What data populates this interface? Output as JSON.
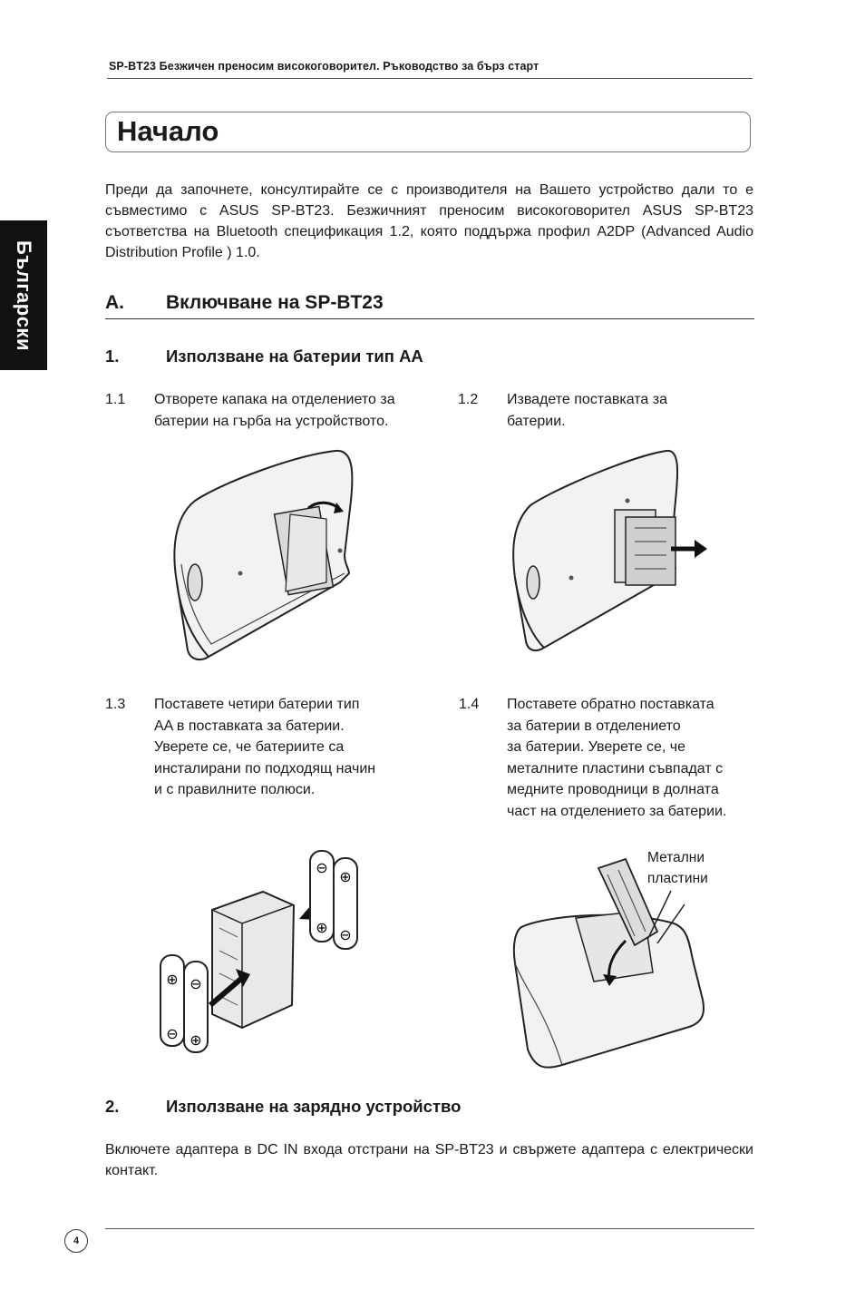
{
  "header": {
    "text": "SP-BT23 Безжичен преносим високоговорител. Ръководство за бърз старт"
  },
  "side_tab": {
    "label": "Български"
  },
  "title": "Начало",
  "intro": "Преди да започнете, консултирайте се с производителя на Вашето устройство дали то е съвместимо с ASUS SP-BT23. Безжичният преносим високоговорител ASUS SP-BT23 съответства на Bluetooth спецификация 1.2, която поддържа профил A2DP (Advanced Audio Distribution Profile ) 1.0.",
  "section_a": {
    "number": "A.",
    "title": "Включване на SP-BT23"
  },
  "sub1": {
    "number": "1.",
    "title": "Използване на батерии тип AA"
  },
  "steps": [
    {
      "number": "1.1",
      "lines": [
        "Отворете капака на отделението за",
        "батерии на гърба на устройството."
      ]
    },
    {
      "number": "1.2",
      "lines": [
        "Извадете поставката за",
        "батерии."
      ]
    },
    {
      "number": "1.3",
      "lines": [
        "Поставете четири батерии тип",
        "AA в поставката за батерии.",
        "Уверете се, че батериите са",
        "инсталирани по подходящ начин",
        "и с правилните полюси."
      ]
    },
    {
      "number": "1.4",
      "lines": [
        "Поставете обратно поставката",
        "за батерии в отделението",
        "за батерии. Уверете се, че",
        "металните пластини съвпадат с",
        "медните проводници в долната",
        "част на отделението за батерии."
      ]
    }
  ],
  "annotation": {
    "line1": "Метални",
    "line2": "пластини"
  },
  "sub2": {
    "number": "2.",
    "title": "Използване на зарядно устройство"
  },
  "sub2_text": "Включете адаптера в DC IN входа отстрани на SP-BT23 и свържете адаптера с електрически контакт.",
  "page_number": "4"
}
